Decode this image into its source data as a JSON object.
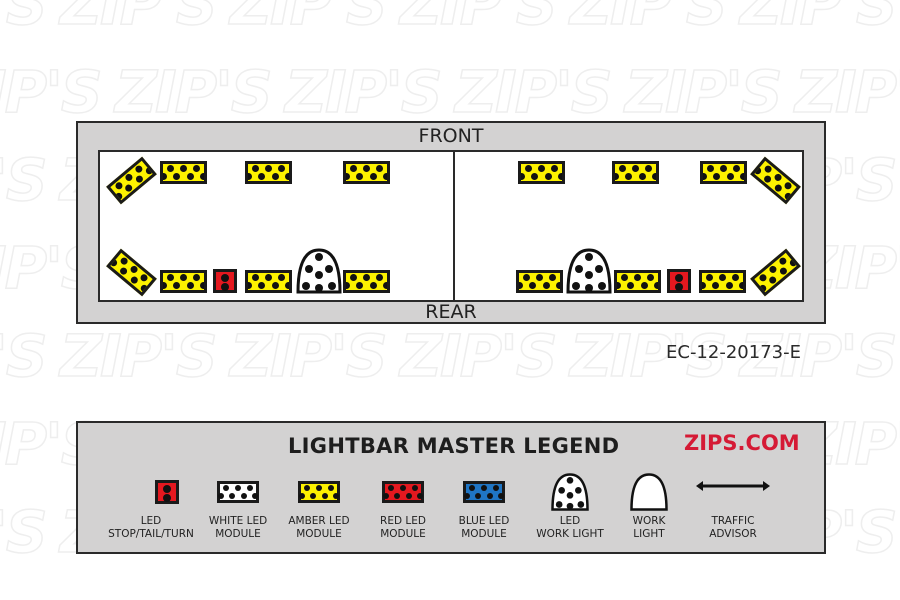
{
  "watermark": {
    "text": "ZIP'S"
  },
  "lightbar": {
    "front_label": "FRONT",
    "rear_label": "REAR",
    "left_half": {
      "front_row": [
        "amber-corner",
        "amber",
        "amber",
        "amber"
      ],
      "rear_row": [
        "amber-corner",
        "amber",
        "led-stop-tail-turn",
        "amber",
        "led-work-light",
        "amber"
      ]
    },
    "right_half": {
      "front_row": [
        "amber",
        "amber",
        "amber",
        "amber-corner"
      ],
      "rear_row": [
        "amber",
        "led-work-light",
        "amber",
        "led-stop-tail-turn",
        "amber",
        "amber-corner"
      ]
    }
  },
  "part_number": "EC-12-20173-E",
  "legend": {
    "title": "LIGHTBAR MASTER LEGEND",
    "site": "ZIPS.COM",
    "items": [
      {
        "icon": "led-stop-tail-turn",
        "label": "LED\nSTOP/TAIL/TURN"
      },
      {
        "icon": "white-led-module",
        "label": "WHITE LED\nMODULE"
      },
      {
        "icon": "amber-led-module",
        "label": "AMBER LED\nMODULE"
      },
      {
        "icon": "red-led-module",
        "label": "RED LED\nMODULE"
      },
      {
        "icon": "blue-led-module",
        "label": "BLUE LED\nMODULE"
      },
      {
        "icon": "led-work-light",
        "label": "LED\nWORK LIGHT"
      },
      {
        "icon": "work-light",
        "label": "WORK\nLIGHT"
      },
      {
        "icon": "traffic-advisor",
        "label": "TRAFFIC\nADVISOR"
      }
    ]
  },
  "colors": {
    "amber": "#fdf200",
    "red": "#e4181f",
    "white": "#ffffff",
    "blue": "#1f75c4",
    "panel": "#d3d2d2",
    "site_red": "#d51a35"
  }
}
